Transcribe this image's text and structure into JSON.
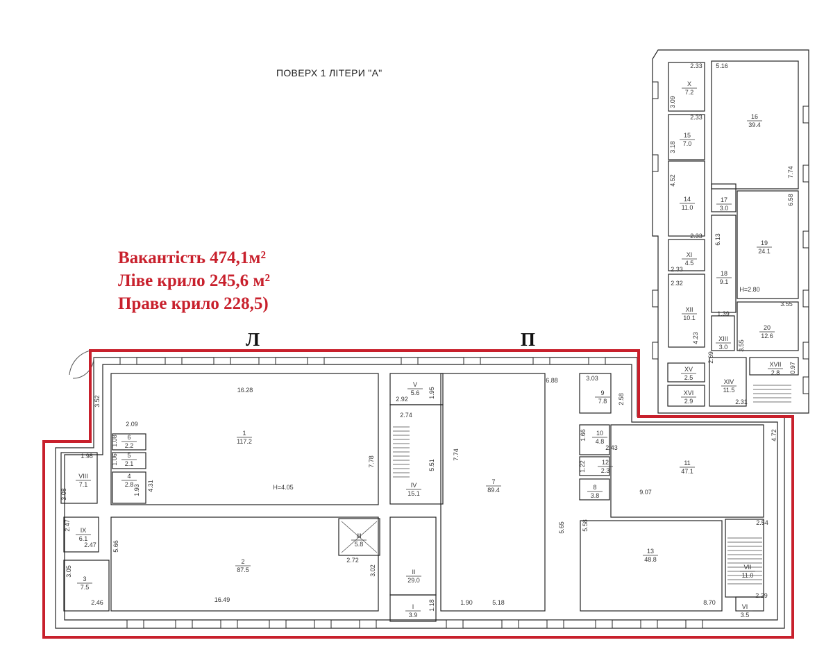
{
  "title": "ПОВЕРХ 1 ЛІТЕРИ \"А\"",
  "vacancy": {
    "line1": "Вакантість 474,1м²",
    "line2": "Ліве крило 245,6 м²",
    "line3": "Праве крило  228,5)"
  },
  "wings": {
    "left": "Л",
    "right": "П"
  },
  "colors": {
    "highlight": "#c8202c",
    "walls": "#222222"
  },
  "rooms": [
    {
      "id": "1",
      "area": "117.2"
    },
    {
      "id": "2",
      "area": "87.5"
    },
    {
      "id": "3",
      "area": "7.5"
    },
    {
      "id": "4",
      "area": "2.8"
    },
    {
      "id": "5",
      "area": "2.1"
    },
    {
      "id": "6",
      "area": "2.2"
    },
    {
      "id": "7",
      "area": "89.4"
    },
    {
      "id": "8",
      "area": "3.8"
    },
    {
      "id": "9",
      "area": "7.8"
    },
    {
      "id": "10",
      "area": "4.8"
    },
    {
      "id": "11",
      "area": "47.1"
    },
    {
      "id": "12",
      "area": "2.3"
    },
    {
      "id": "13",
      "area": "48.8"
    },
    {
      "id": "14",
      "area": "11.0"
    },
    {
      "id": "15",
      "area": "7.0"
    },
    {
      "id": "16",
      "area": "39.4"
    },
    {
      "id": "17",
      "area": "3.0"
    },
    {
      "id": "18",
      "area": "9.1"
    },
    {
      "id": "19",
      "area": "24.1"
    },
    {
      "id": "20",
      "area": "12.6"
    },
    {
      "id": "I",
      "area": "3.9"
    },
    {
      "id": "II",
      "area": "29.0"
    },
    {
      "id": "III",
      "area": "5.8"
    },
    {
      "id": "IV",
      "area": "15.1"
    },
    {
      "id": "V",
      "area": "5.6"
    },
    {
      "id": "VI",
      "area": "3.5"
    },
    {
      "id": "VII",
      "area": "11.0"
    },
    {
      "id": "VIII",
      "area": "7.1"
    },
    {
      "id": "IX",
      "area": "6.1"
    },
    {
      "id": "X",
      "area": "7.2"
    },
    {
      "id": "XI",
      "area": "4.5"
    },
    {
      "id": "XII",
      "area": "10.1"
    },
    {
      "id": "XIII",
      "area": "3.0"
    },
    {
      "id": "XIV",
      "area": "11.5"
    },
    {
      "id": "XV",
      "area": "2.5"
    },
    {
      "id": "XVI",
      "area": "2.9"
    },
    {
      "id": "XVII",
      "area": "2.8"
    }
  ],
  "dimensions": [
    "16.28",
    "3.52",
    "2.09",
    "1.08",
    "1.06",
    "1.93",
    "4.31",
    "1.98",
    "3.08",
    "7.78",
    "H=4.05",
    "2.47",
    "2.47",
    "5.66",
    "2.72",
    "3.02",
    "3.05",
    "2.46",
    "16.49",
    "2.92",
    "1.95",
    "2.74",
    "5.51",
    "7.74",
    "6.88",
    "3.03",
    "2.58",
    "1.66",
    "2.43",
    "1.22",
    "4.72",
    "9.07",
    "5.65",
    "5.58",
    "2.54",
    "1.18",
    "1.90",
    "5.18",
    "8.70",
    "2.29",
    "2.33",
    "5.16",
    "3.09",
    "2.33",
    "3.18",
    "4.52",
    "7.74",
    "6.58",
    "2.33",
    "6.13",
    "2.33",
    "2.32",
    "H=2.80",
    "1.39",
    "3.55",
    "4.23",
    "3.55",
    "2.69",
    "0.97",
    "2.31"
  ]
}
